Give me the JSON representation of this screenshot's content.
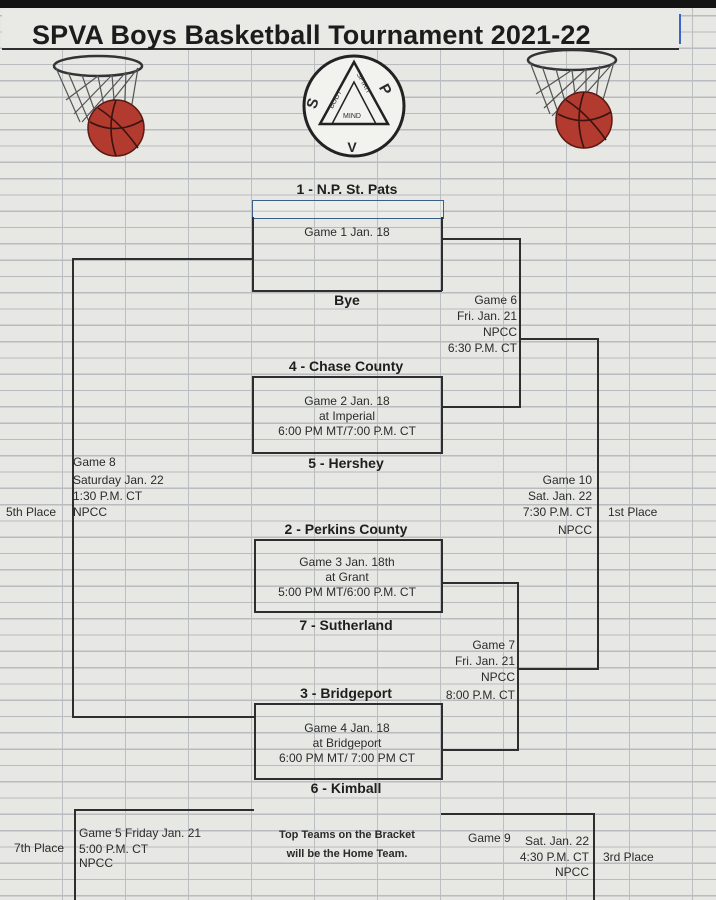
{
  "title": "SPVA Boys Basketball Tournament 2021-22",
  "logo": {
    "letters": [
      "S",
      "P",
      "V"
    ],
    "words": [
      "BODY",
      "SPIRIT",
      "MIND"
    ]
  },
  "round1": [
    {
      "team": "1 - N.P. St. Pats",
      "game_lines": [
        "Game 1 Jan. 18"
      ],
      "opponent": "Bye"
    },
    {
      "team": "4 - Chase County",
      "game_lines": [
        "Game 2 Jan. 18",
        "at Imperial",
        "6:00 PM MT/7:00 P.M. CT"
      ],
      "opponent": "5 - Hershey"
    },
    {
      "team": "2 - Perkins County",
      "game_lines": [
        "Game 3 Jan. 18th",
        "at Grant",
        "5:00 PM MT/6:00 P.M. CT"
      ],
      "opponent": "7 - Sutherland"
    },
    {
      "team": "3 - Bridgeport",
      "game_lines": [
        "Game 4 Jan. 18",
        "at Bridgeport",
        "6:00 PM MT/ 7:00 PM CT"
      ],
      "opponent": "6 - Kimball"
    }
  ],
  "game6": [
    "Game 6",
    "Fri. Jan. 21",
    "NPCC",
    "6:30 P.M. CT"
  ],
  "game7": [
    "Game 7",
    "Fri. Jan. 21",
    "NPCC",
    "8:00 P.M. CT"
  ],
  "game8": [
    "Game 8",
    "Saturday Jan. 22",
    "1:30 P.M. CT",
    "NPCC"
  ],
  "game10": [
    "Game 10",
    "Sat. Jan. 22",
    "7:30 P.M. CT",
    "NPCC"
  ],
  "game5": [
    "Game 5 Friday Jan. 21",
    "5:00 P.M. CT",
    "NPCC"
  ],
  "game9": {
    "label": "Game 9",
    "lines": [
      "Sat. Jan. 22",
      "4:30 P.M. CT",
      "NPCC"
    ]
  },
  "places": {
    "fifth": "5th Place",
    "first": "1st Place",
    "seventh": "7th Place",
    "third": "3rd Place"
  },
  "note": [
    "Top Teams on the Bracket",
    "will be the Home Team."
  ],
  "colors": {
    "ball": "#b23a2e",
    "net": "#333333",
    "text": "#2a2a2a",
    "line": "#2e2e2e",
    "selection": "#3a5f8a"
  }
}
